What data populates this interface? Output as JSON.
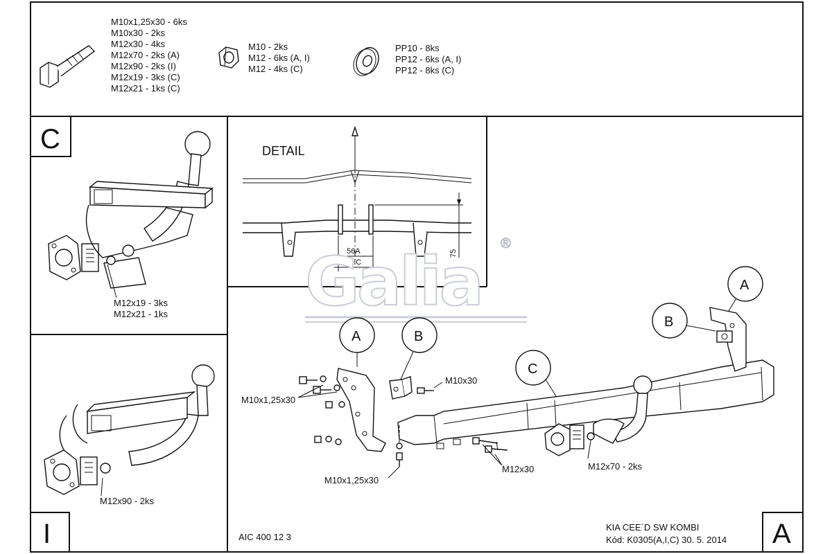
{
  "parts_list": {
    "bolts": [
      "M10x1,25x30 - 6ks",
      "M10x30 - 2ks",
      "M12x30 - 4ks",
      "M12x70 - 2ks (A)",
      "M12x90 - 2ks (I)",
      "M12x19 - 3ks (C)",
      "M12x21 - 1ks (C)"
    ],
    "nuts": [
      "M10 - 2ks",
      "M12 - 6ks (A, I)",
      "M12 - 4ks (C)"
    ],
    "washers": [
      "PP10 - 8ks",
      "PP12 - 6ks (A, I)",
      "PP12 - 8ks (C)"
    ]
  },
  "panel_c": {
    "tag": "C",
    "screw_labels": [
      "M12x19 - 3ks",
      "M12x21 - 1ks"
    ]
  },
  "panel_i": {
    "tag": "I",
    "screw_label": "M12x90 - 2ks"
  },
  "detail": {
    "title": "DETAIL",
    "dim_56a": "56A",
    "dim_76ic": "76IC",
    "dim_75": "75"
  },
  "watermark": {
    "text": "Galia",
    "registered": "®"
  },
  "assembly": {
    "callouts": [
      "A",
      "B",
      "C",
      "A",
      "B"
    ],
    "labels": {
      "m10x1_upper": "M10x1,25x30",
      "m10x30": "M10x30",
      "m10x1_lower": "M10x1,25x30",
      "m12x30": "M12x30",
      "m12x70": "M12x70 - 2ks"
    },
    "tag": "A"
  },
  "footer": {
    "code": "AIC 400 12 3",
    "vehicle": "KIA CEE´D SW KOMBI",
    "kod": "Kód: K0305(A,I,C)  30. 5. 2014"
  }
}
